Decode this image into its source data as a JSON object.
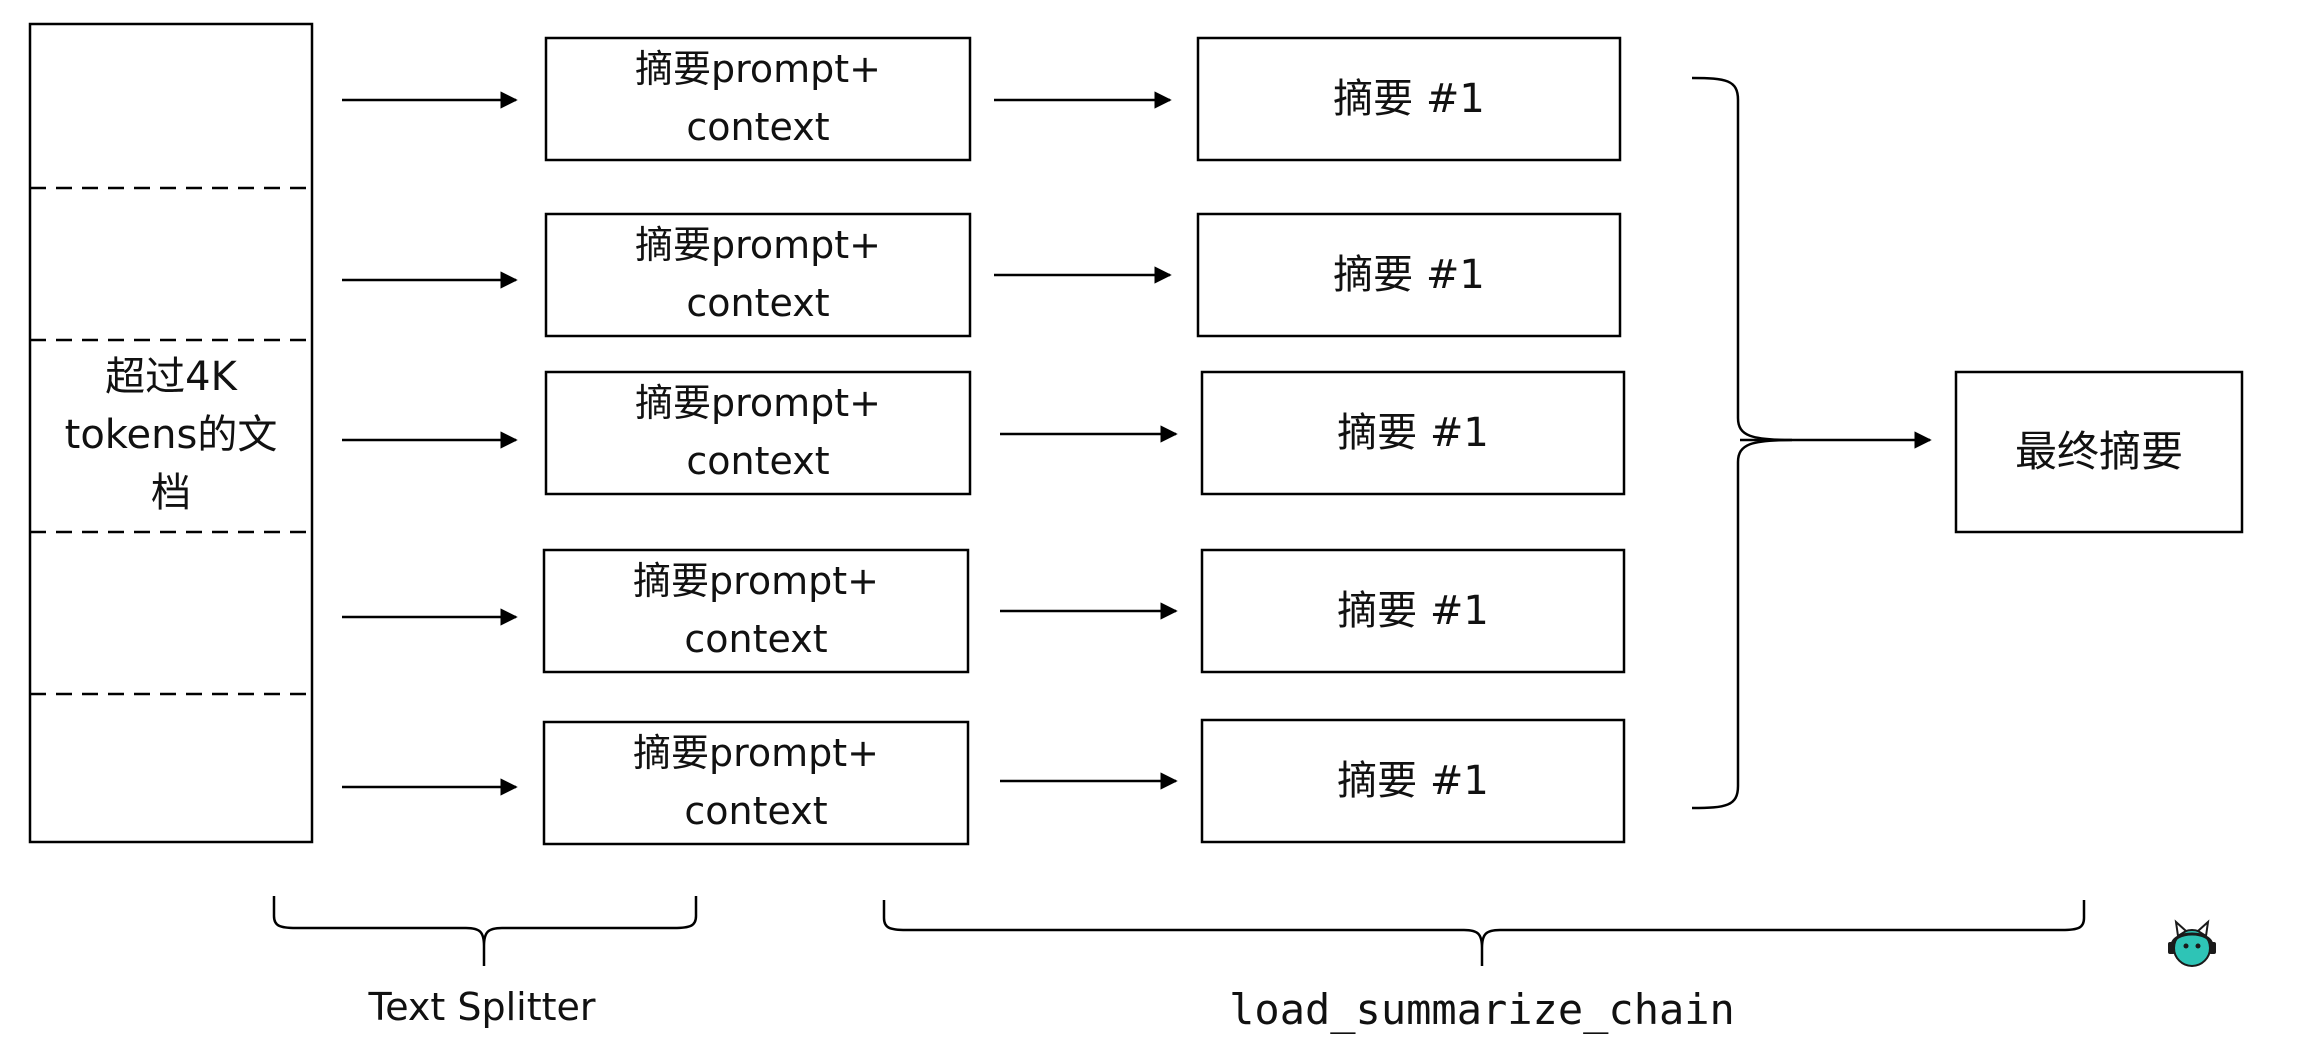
{
  "document": {
    "label_lines": [
      "超过4K",
      "tokens的文",
      "档"
    ]
  },
  "prompt_boxes": [
    {
      "line1": "摘要prompt+",
      "line2": "context"
    },
    {
      "line1": "摘要prompt+",
      "line2": "context"
    },
    {
      "line1": "摘要prompt+",
      "line2": "context"
    },
    {
      "line1": "摘要prompt+",
      "line2": "context"
    },
    {
      "line1": "摘要prompt+",
      "line2": "context"
    }
  ],
  "summary_boxes": [
    {
      "label": "摘要 #1"
    },
    {
      "label": "摘要 #1"
    },
    {
      "label": "摘要 #1"
    },
    {
      "label": "摘要 #1"
    },
    {
      "label": "摘要 #1"
    }
  ],
  "final_summary": {
    "label": "最终摘要"
  },
  "brackets": {
    "text_splitter_label": "Text Splitter",
    "chain_label": "load_summarize_chain"
  },
  "colors": {
    "stroke": "#000000",
    "background": "#ffffff",
    "logo_teal": "#2ec4b6"
  },
  "icons": {
    "logo": "cat-headphones-logo-icon"
  }
}
